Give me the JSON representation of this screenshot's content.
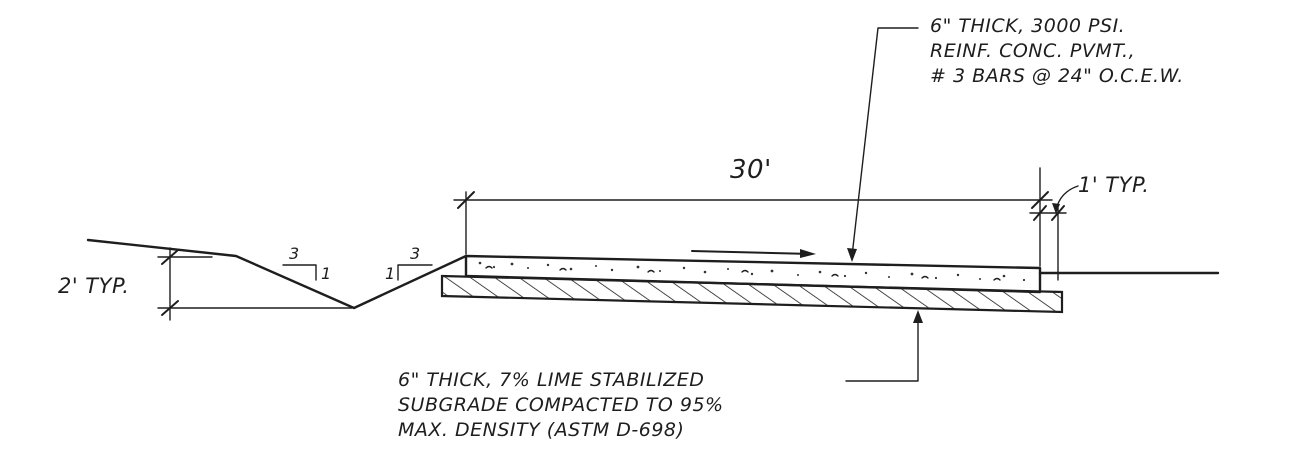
{
  "labels": {
    "pavement_note": {
      "line1": "6\" THICK, 3000 PSI.",
      "line2": "REINF. CONC. PVMT.,",
      "line3": "# 3 BARS @ 24\" O.C.E.W."
    },
    "subgrade_note": {
      "line1": "6\" THICK, 7% LIME STABILIZED",
      "line2": "SUBGRADE COMPACTED TO 95%",
      "line3": "MAX. DENSITY (ASTM D-698)"
    },
    "pavement_width": "30'",
    "shoulder_dim": "1' TYP.",
    "ditch_depth": "2' TYP.",
    "slope_left": {
      "run": "3",
      "rise": "1"
    },
    "slope_right": {
      "run": "3",
      "rise": "1"
    }
  },
  "colors": {
    "ink": "#1e1e1e",
    "paper": "#ffffff"
  }
}
